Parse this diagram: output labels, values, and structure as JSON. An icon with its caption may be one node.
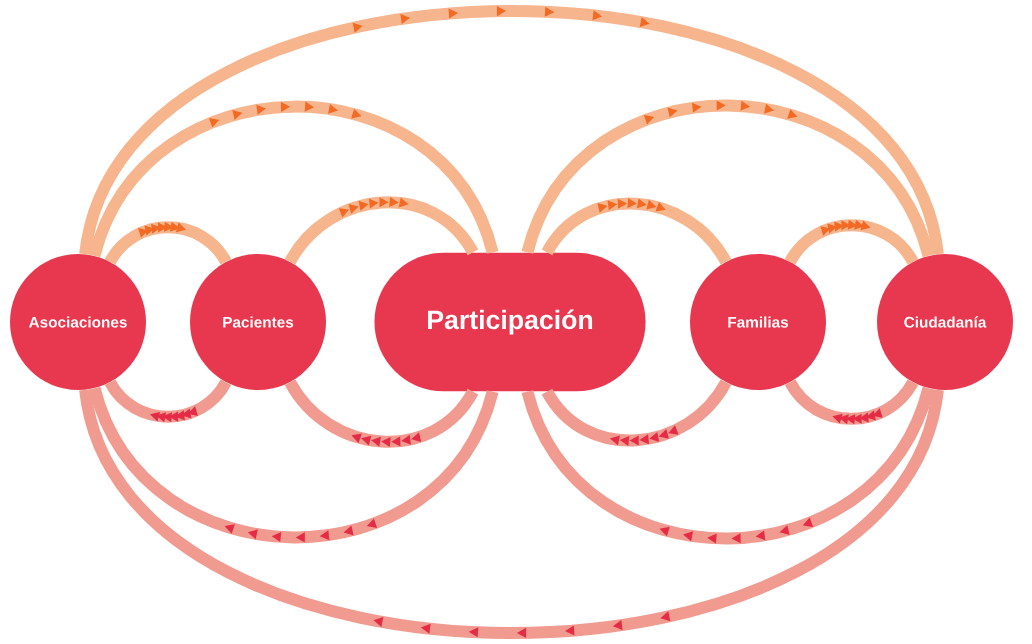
{
  "diagram": {
    "nodes": [
      {
        "text": [
          "Asociaciones"
        ]
      },
      {
        "text": [
          "Pacientes"
        ]
      },
      {
        "text": [
          "Participación"
        ]
      },
      {
        "text": [
          "Familias"
        ]
      },
      {
        "text": [
          "Ciudadanía"
        ]
      }
    ],
    "edges": [
      {
        "from": 0,
        "to": 4,
        "arrow": "to"
      },
      {
        "from": 0,
        "to": 2,
        "arrow": "to"
      },
      {
        "from": 2,
        "to": 4,
        "arrow": "to"
      },
      {
        "from": 0,
        "to": 1,
        "arrow": "to"
      },
      {
        "from": 1,
        "to": 2,
        "arrow": "to"
      },
      {
        "from": 2,
        "to": 3,
        "arrow": "to"
      },
      {
        "from": 3,
        "to": 4,
        "arrow": "to"
      },
      {
        "from": 1,
        "to": 0,
        "arrow": "to"
      },
      {
        "from": 2,
        "to": 1,
        "arrow": "to"
      },
      {
        "from": 3,
        "to": 2,
        "arrow": "to"
      },
      {
        "from": 4,
        "to": 3,
        "arrow": "to"
      },
      {
        "from": 2,
        "to": 0,
        "arrow": "to"
      },
      {
        "from": 4,
        "to": 2,
        "arrow": "to"
      },
      {
        "from": 4,
        "to": 0,
        "arrow": "to"
      }
    ]
  }
}
